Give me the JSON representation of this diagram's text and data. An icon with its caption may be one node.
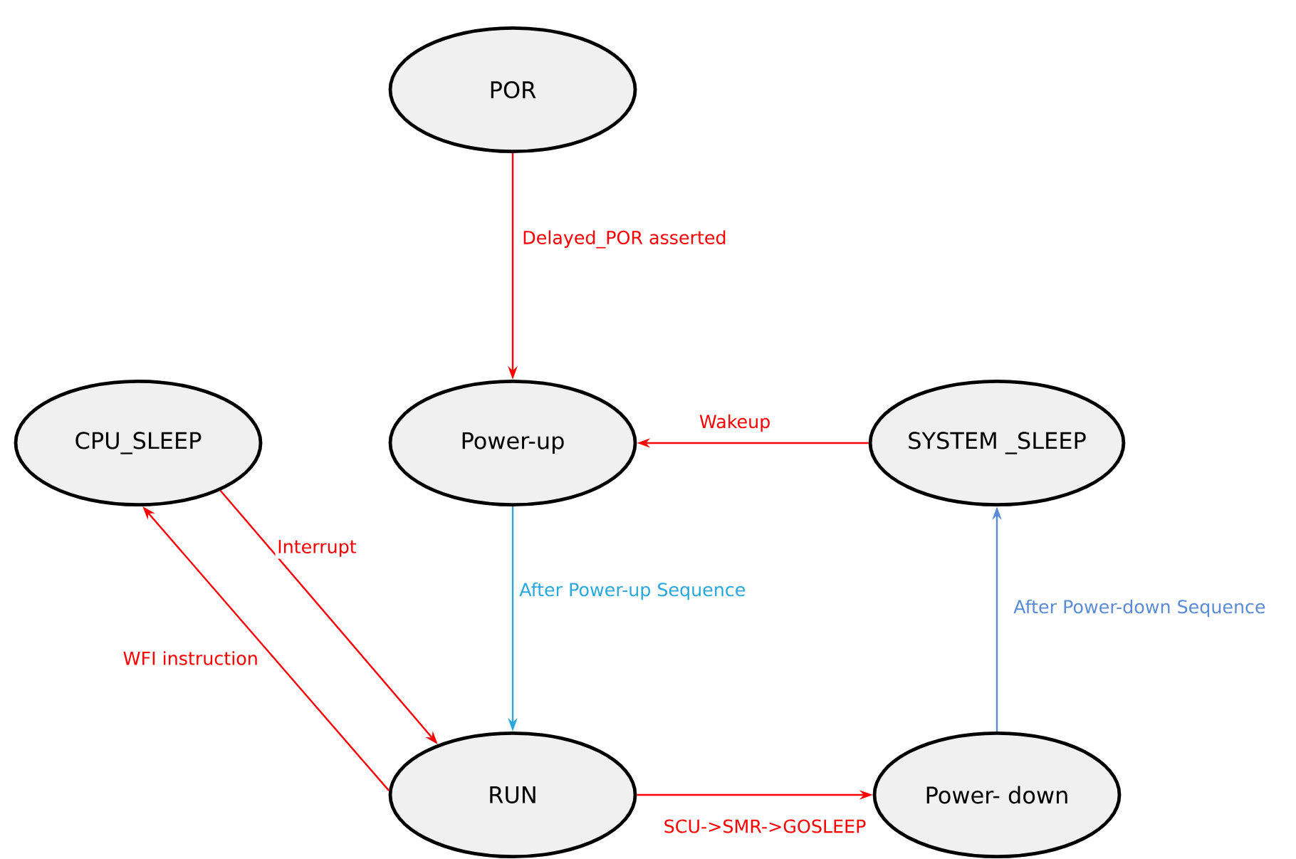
{
  "diagram": {
    "nodes": [
      {
        "text": [
          "POR"
        ]
      },
      {
        "text": [
          "CPU_SLEEP"
        ]
      },
      {
        "text": [
          "Power-up"
        ]
      },
      {
        "text": [
          "SYSTEM _SLEEP"
        ]
      },
      {
        "text": [
          "RUN"
        ]
      },
      {
        "text": [
          "Power- down"
        ]
      }
    ],
    "edges": [
      {
        "from": 0,
        "to": 2,
        "arrow": "to",
        "label": "Delayed_POR asserted"
      },
      {
        "from": 3,
        "to": 2,
        "arrow": "to",
        "label": "Wakeup"
      },
      {
        "from": 1,
        "to": 4,
        "arrow": "to",
        "label": "Interrupt"
      },
      {
        "from": 4,
        "to": 1,
        "arrow": "to",
        "label": "WFI instruction"
      },
      {
        "from": 2,
        "to": 4,
        "arrow": "to",
        "label": "After Power-up Sequence",
        "color": "#29a8e0"
      },
      {
        "from": 5,
        "to": 3,
        "arrow": "to",
        "label": "After Power-down Sequence",
        "color": "#5b8bd6"
      },
      {
        "from": 4,
        "to": 5,
        "arrow": "to",
        "label": "SCU->SMR->GOSLEEP"
      }
    ]
  }
}
